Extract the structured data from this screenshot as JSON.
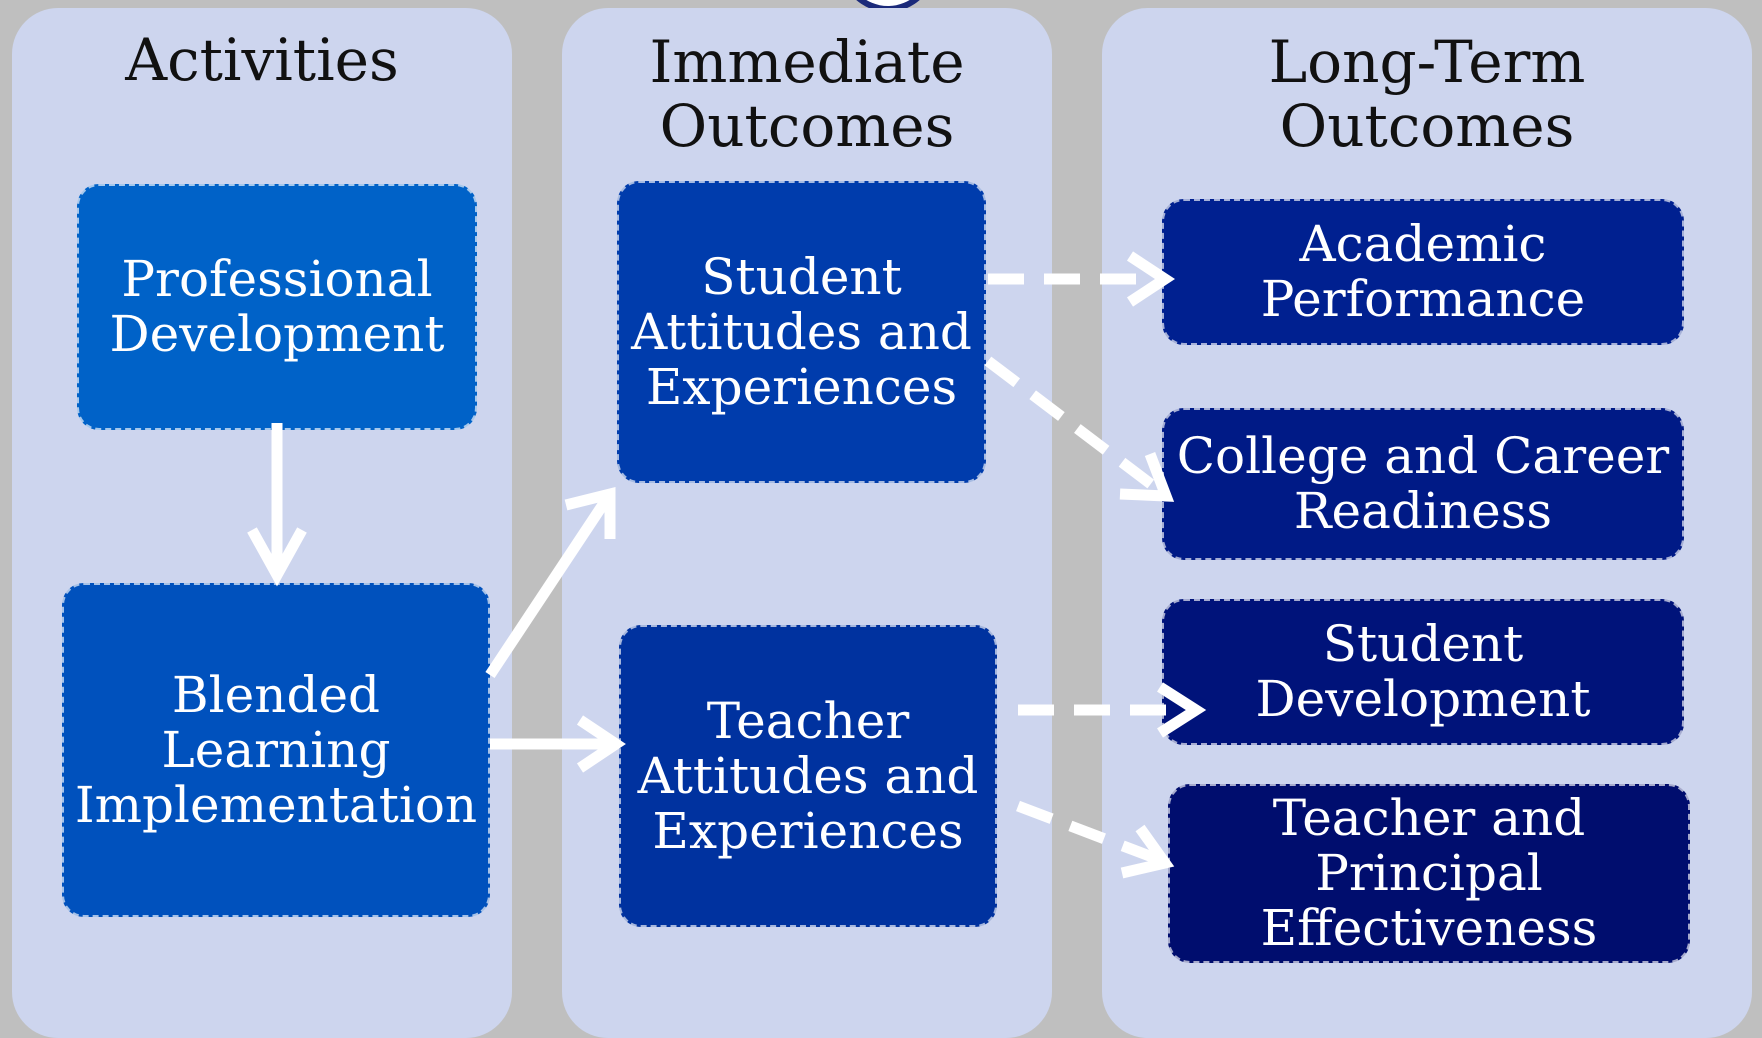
{
  "columns": {
    "activities": {
      "title": "Activities"
    },
    "immediate": {
      "title": "Immediate\nOutcomes"
    },
    "long_term": {
      "title": "Long-Term\nOutcomes"
    }
  },
  "boxes": {
    "professional_development": {
      "label": "Professional\nDevelopment",
      "color": "#0062c8"
    },
    "blended_learning": {
      "label": "Blended\nLearning\nImplementation",
      "color": "#0051bd"
    },
    "student_attitudes": {
      "label": "Student\nAttitudes and\nExperiences",
      "color": "#003cac"
    },
    "teacher_attitudes": {
      "label": "Teacher\nAttitudes and\nExperiences",
      "color": "#00329f"
    },
    "academic_performance": {
      "label": "Academic\nPerformance",
      "color": "#002090"
    },
    "college_career": {
      "label": "College and Career\nReadiness",
      "color": "#001a86"
    },
    "student_development": {
      "label": "Student\nDevelopment",
      "color": "#00137a"
    },
    "teacher_principal": {
      "label": "Teacher and\nPrincipal\nEffectiveness",
      "color": "#000d6e"
    }
  }
}
